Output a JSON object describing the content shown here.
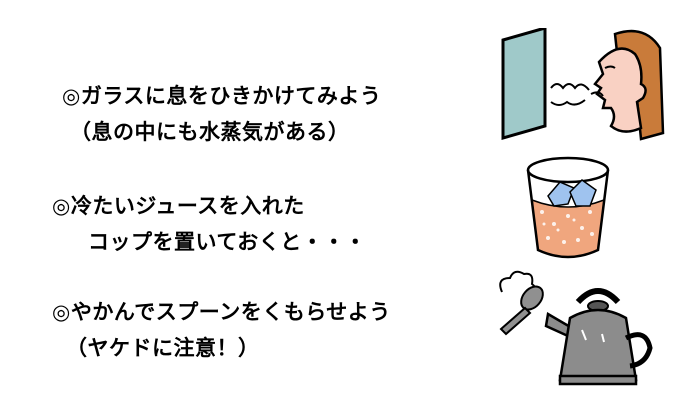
{
  "items": [
    {
      "line1": "◎ガラスに息をひきかけてみよう",
      "line2": "（息の中にも水蒸気がある）"
    },
    {
      "line1": "◎冷たいジュースを入れた",
      "line2": "コップを置いておくと・・・"
    },
    {
      "line1": "◎やかんでスプーンをくもらせよう",
      "line2": "（ヤケドに注意！）"
    }
  ],
  "colors": {
    "glass_window": "#9fc9c9",
    "hair": "#c97b3a",
    "skin": "#f9d1c3",
    "juice": "#f0a67e",
    "ice": "#9fc3ef",
    "kettle": "#8c8c8c",
    "spoon": "#909090"
  },
  "icons": [
    "window-glass-icon",
    "breathing-woman-icon",
    "juice-glass-icon",
    "kettle-icon",
    "spoon-icon",
    "steam-icon"
  ]
}
